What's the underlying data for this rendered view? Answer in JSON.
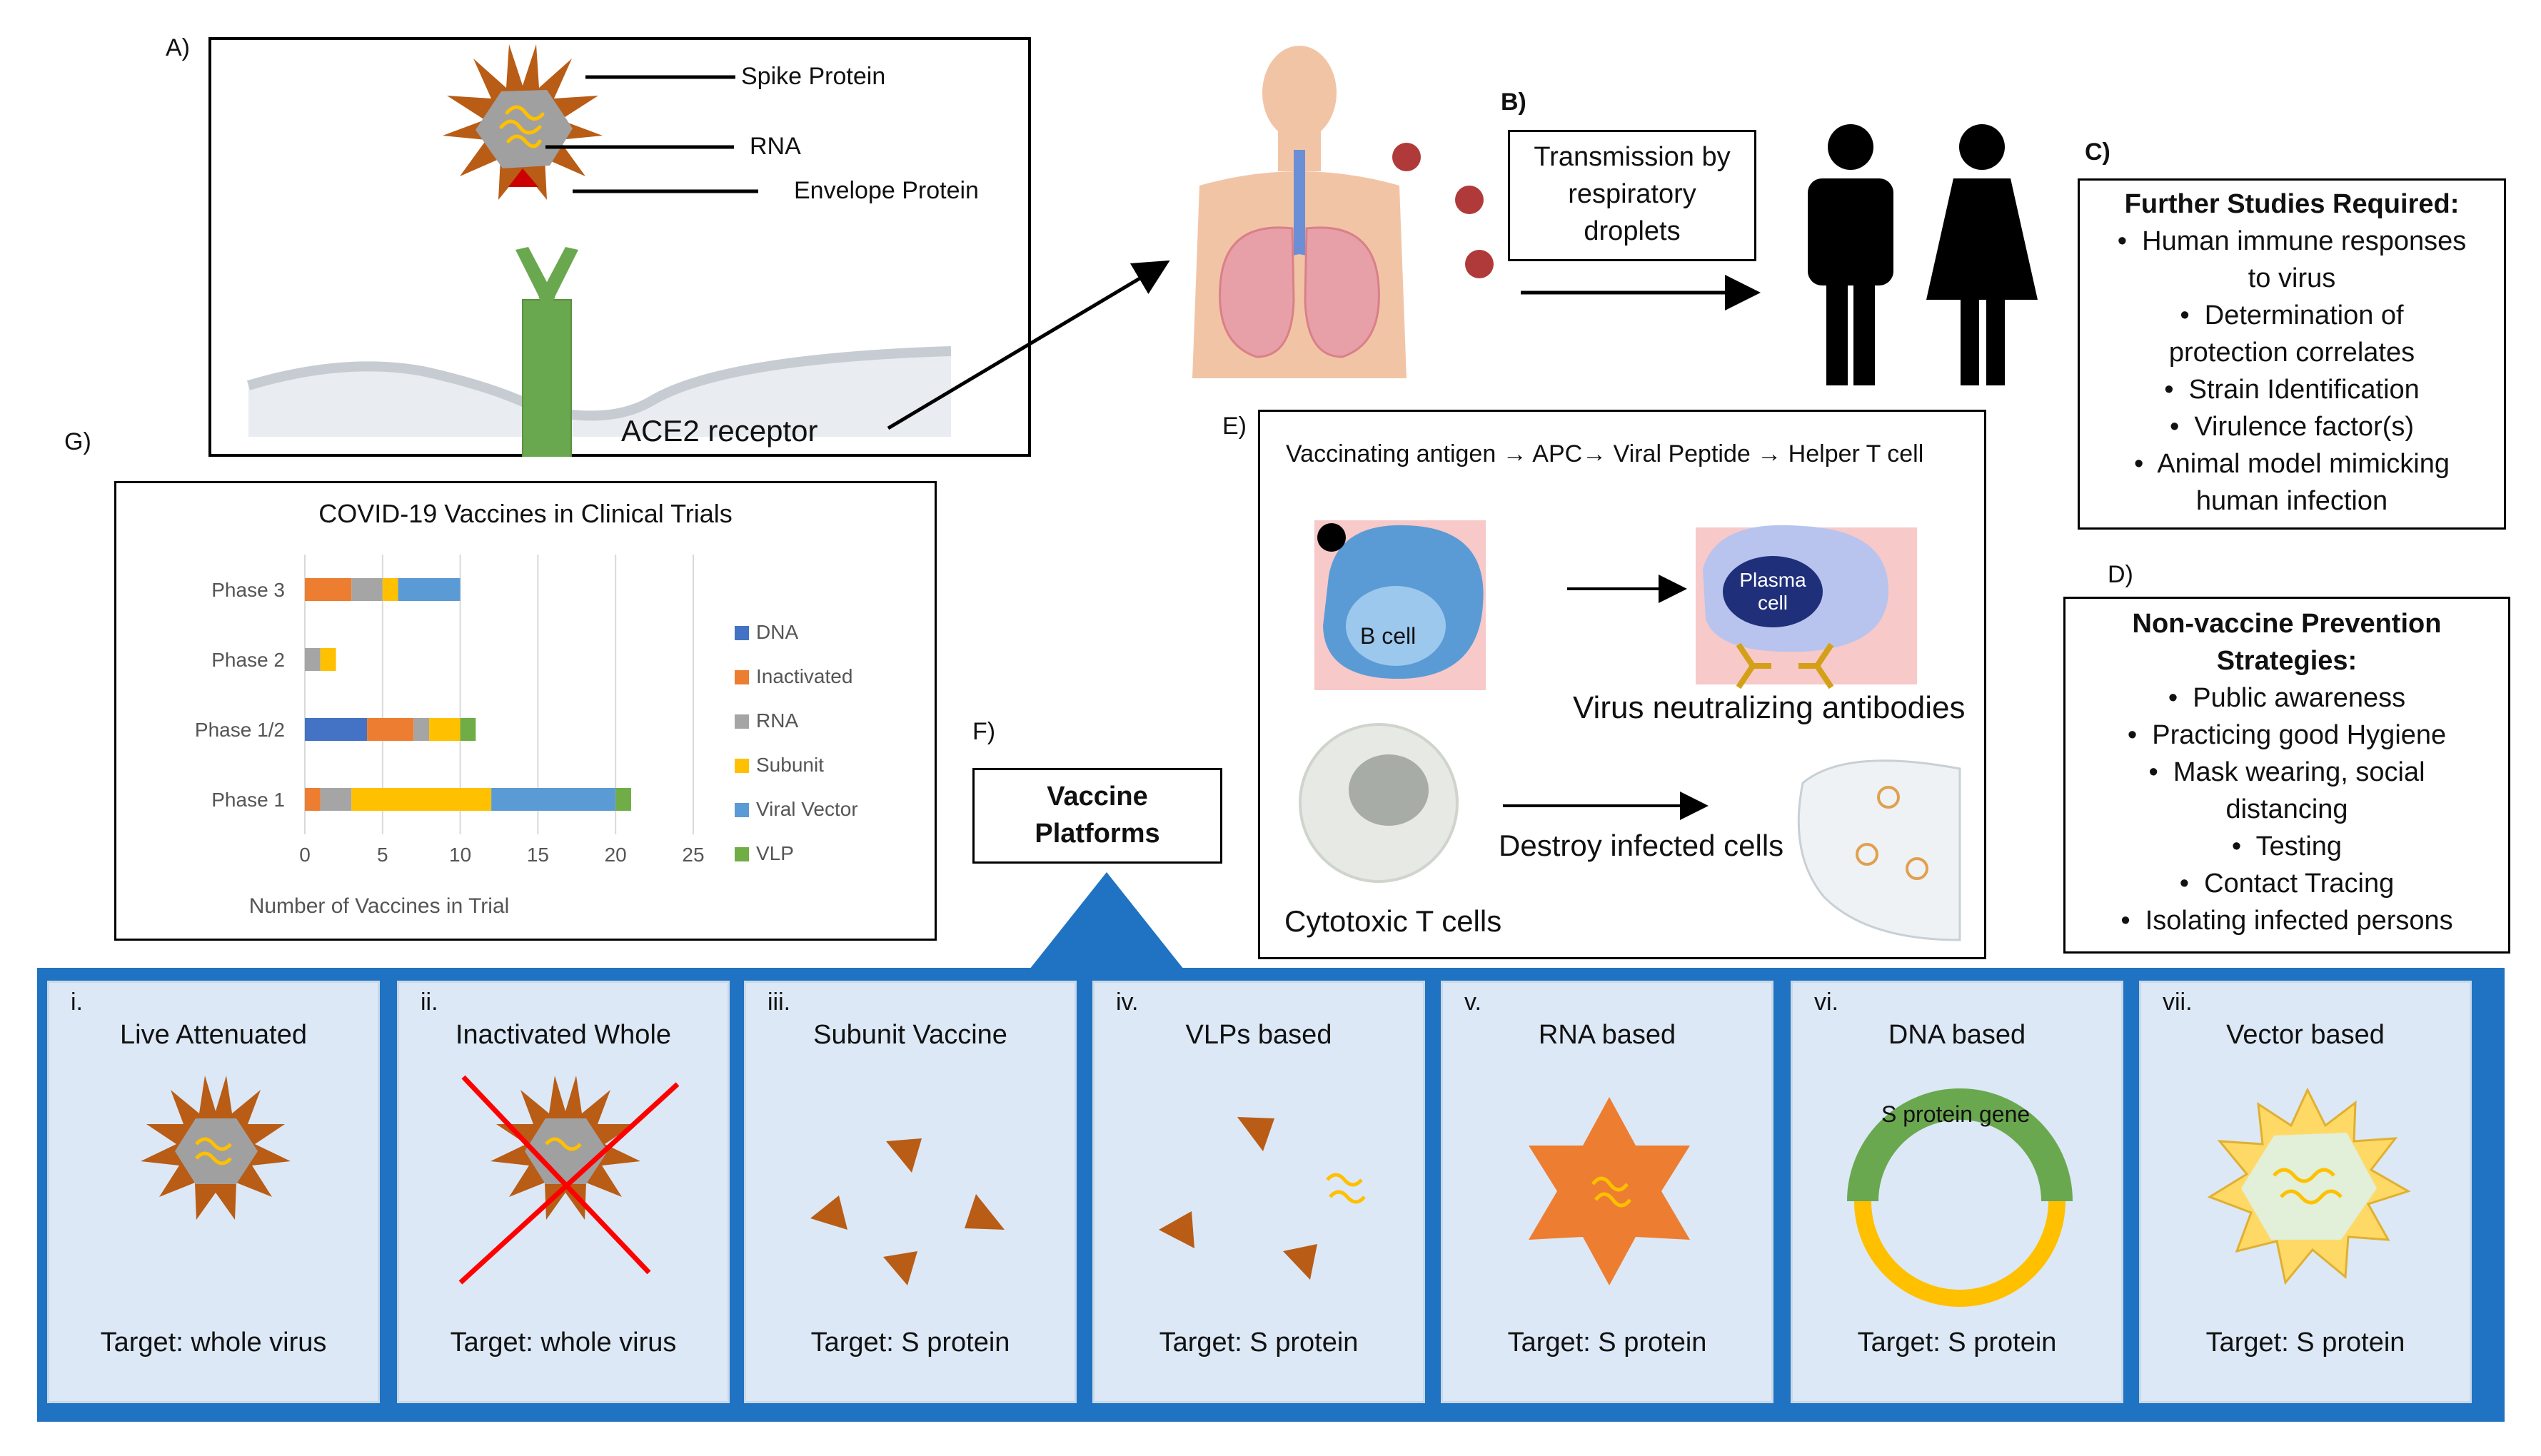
{
  "panels": {
    "a": {
      "letter": "A)",
      "spike": "Spike Protein",
      "rna": "RNA",
      "envelope": "Envelope Protein",
      "ace2": "ACE2 receptor"
    },
    "b": {
      "letter": "B)",
      "transmission": [
        "Transmission by",
        "respiratory",
        "droplets"
      ]
    },
    "c": {
      "letter": "C)",
      "title": "Further Studies Required:",
      "items": [
        "Human immune responses",
        "to virus",
        "Determination of",
        "protection correlates",
        "Strain Identification",
        "Virulence factor(s)",
        "Animal model mimicking",
        "human infection"
      ]
    },
    "d": {
      "letter": "D)",
      "title": [
        "Non-vaccine Prevention",
        "Strategies:"
      ],
      "items": [
        "Public awareness",
        "Practicing good Hygiene",
        "Mask wearing, social",
        "distancing",
        "Testing",
        "Contact Tracing",
        "Isolating infected persons"
      ]
    },
    "e": {
      "letter": "E)",
      "pathway": "Vaccinating antigen → APC→ Viral Peptide → Helper T cell",
      "bcell": "B cell",
      "plasma": [
        "Plasma",
        "cell"
      ],
      "antibodies": "Virus neutralizing antibodies",
      "destroy": "Destroy infected cells",
      "cytotoxic": "Cytotoxic T cells"
    },
    "f": {
      "letter": "F)",
      "title": [
        "Vaccine",
        "Platforms"
      ]
    },
    "g": {
      "letter": "G)"
    }
  },
  "platforms": [
    {
      "num": "i.",
      "title": "Live Attenuated",
      "target": "Target: whole virus"
    },
    {
      "num": "ii.",
      "title": "Inactivated Whole",
      "target": "Target: whole virus"
    },
    {
      "num": "iii.",
      "title": "Subunit Vaccine",
      "target": "Target: S protein"
    },
    {
      "num": "iv.",
      "title": "VLPs based",
      "target": "Target: S protein"
    },
    {
      "num": "v.",
      "title": "RNA based",
      "target": "Target: S protein"
    },
    {
      "num": "vi.",
      "title": "DNA based",
      "target": "Target: S protein",
      "gene": "S protein gene"
    },
    {
      "num": "vii.",
      "title": "Vector based",
      "target": "Target: S protein"
    }
  ],
  "chart_data": {
    "type": "bar",
    "orientation": "horizontal",
    "stacked": true,
    "title": "COVID-19 Vaccines in Clinical Trials",
    "xlabel": "Number of Vaccines in Trial",
    "ylabel": "",
    "xlim": [
      0,
      25
    ],
    "xticks": [
      0,
      5,
      10,
      15,
      20,
      25
    ],
    "categories": [
      "Phase 3",
      "Phase 2",
      "Phase 1/2",
      "Phase 1"
    ],
    "series": [
      {
        "name": "DNA",
        "color": "#4472c4",
        "values": [
          0,
          0,
          4,
          0
        ]
      },
      {
        "name": "Inactivated",
        "color": "#ed7d31",
        "values": [
          3,
          0,
          3,
          1
        ]
      },
      {
        "name": "RNA",
        "color": "#a5a5a5",
        "values": [
          2,
          1,
          1,
          2
        ]
      },
      {
        "name": "Subunit",
        "color": "#ffc000",
        "values": [
          1,
          1,
          2,
          9
        ]
      },
      {
        "name": "Viral Vector",
        "color": "#5b9bd5",
        "values": [
          4,
          0,
          0,
          8
        ]
      },
      {
        "name": "VLP",
        "color": "#70ad47",
        "values": [
          0,
          0,
          1,
          1
        ]
      }
    ],
    "legend": "right",
    "grid": true
  }
}
